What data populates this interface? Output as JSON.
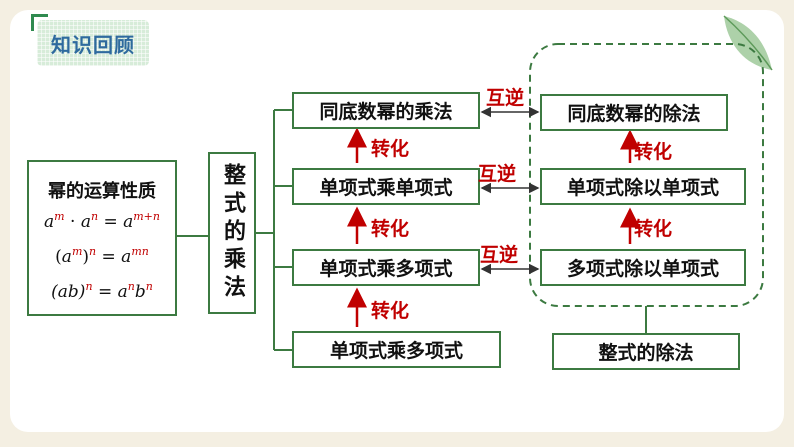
{
  "header": {
    "title": "知识回顾"
  },
  "formulas": {
    "title": "幂的运算性质",
    "rule1": {
      "a1": "a",
      "e1": "m",
      "op": "·",
      "a2": "a",
      "e2": "n",
      "eq": "=",
      "r": "a",
      "re": "m+n"
    },
    "rule2": {
      "open": "(",
      "a": "a",
      "e1": "m",
      "close": ")",
      "e2": "n",
      "eq": "=",
      "r": "a",
      "re": "mn"
    },
    "rule3": {
      "base": "(ab)",
      "e": "n",
      "eq": "=",
      "r1": "a",
      "re1": "n",
      "r2": "b",
      "re2": "n"
    }
  },
  "center": {
    "label": "整式的乘法"
  },
  "multiplication": [
    "同底数幂的乘法",
    "单项式乘单项式",
    "单项式乘多项式",
    "单项式乘多项式"
  ],
  "division": [
    "同底数幂的除法",
    "单项式除以单项式",
    "多项式除以单项式"
  ],
  "division_title": "整式的除法",
  "relations": {
    "inverse": [
      "互逆",
      "互逆",
      "互逆"
    ],
    "transform_left": [
      "转化",
      "转化",
      "转化"
    ],
    "transform_right": [
      "转化",
      "转化"
    ]
  },
  "colors": {
    "box_border": "#3c7a41",
    "accent_red": "#c00000",
    "title_blue": "#2e6a9e"
  }
}
